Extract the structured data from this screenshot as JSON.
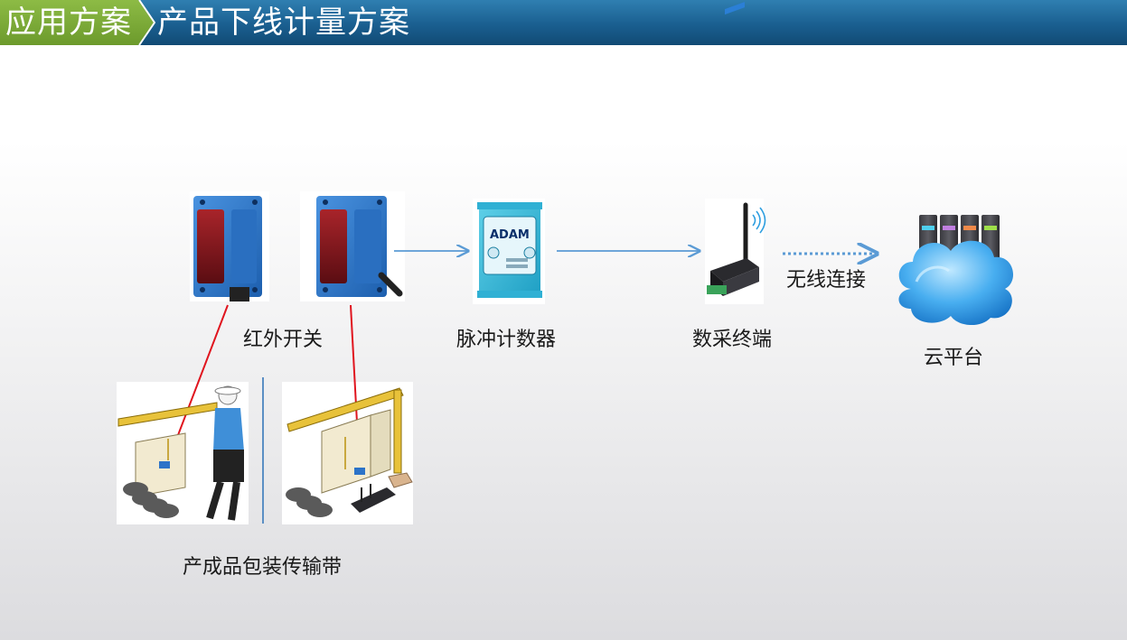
{
  "header": {
    "tag": "应用方案",
    "title": "产品下线计量方案"
  },
  "devices": {
    "ir_switch": "红外开关",
    "pulse_counter": "脉冲计数器",
    "data_terminal": "数采终端",
    "cloud_platform": "云平台"
  },
  "wireless_label": "无线连接",
  "conveyor_label": "产成品包装传输带",
  "counter_brand": "ADAM",
  "colors": {
    "header_blue": "#1a5f90",
    "tag_green": "#7aa83a",
    "arrow_blue": "#5b9bd5",
    "sensor_red": "#e0141e",
    "sensor_blue": "#2c73c8"
  }
}
